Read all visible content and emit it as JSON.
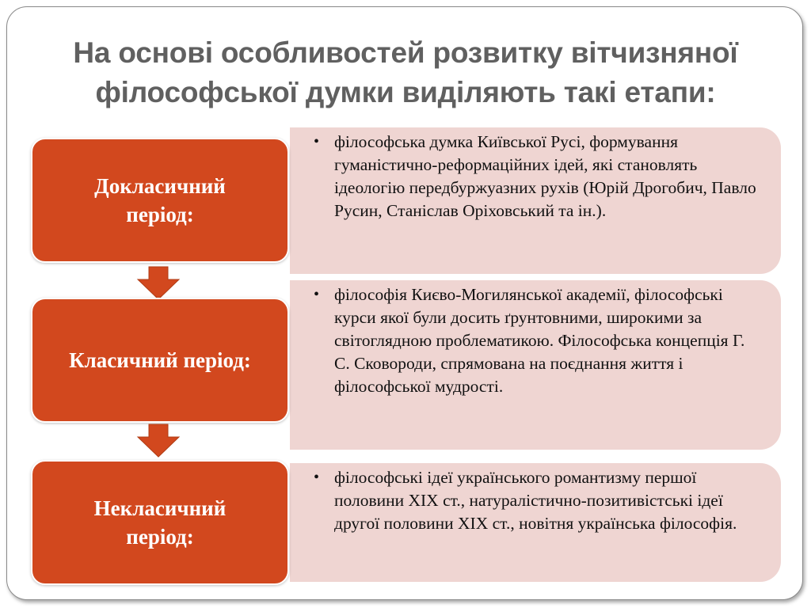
{
  "title": "На основі особливостей розвитку вітчизняної філософської думки виділяють такі етапи:",
  "colors": {
    "stage_fill": "#d2481e",
    "panel_fill": "#efd5d2",
    "title_text": "#606060"
  },
  "stages": [
    {
      "label": "Докласичний період:",
      "description": "філософська думка Київської Русі, формування гуманістично-реформаційних ідей, які становлять ідеологію передбуржуазних рухів (Юрій Дрогобич, Павло Русин, Станіслав Оріховський та ін.)."
    },
    {
      "label": "Класичний період:",
      "description": "філософія Києво-Могилянської академії, філософські курси якої були досить ґрунтовними, широкими за світоглядною проблематикою. Філософська концепція Г. С. Сковороди, спрямована на поєднання життя і філософської мудрості."
    },
    {
      "label": "Некласичний період:",
      "description": "філософські ідеї українського романтизму першої половини ХІХ ст., натуралістично-позитивістські ідеї другої половини ХІХ ст., новітня українська філософія."
    }
  ],
  "bullet": "•"
}
